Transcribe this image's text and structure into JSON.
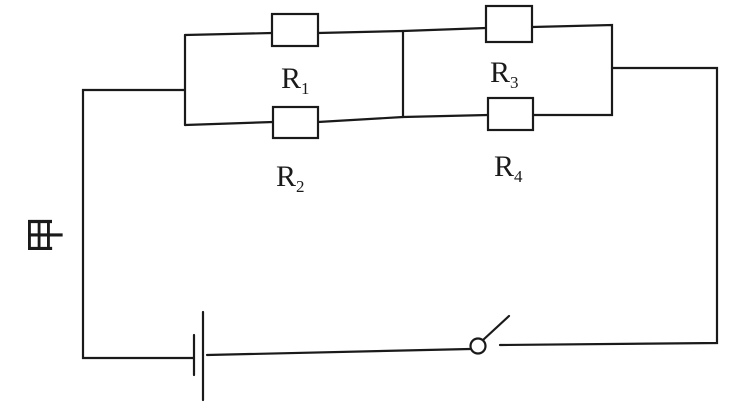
{
  "figure_label": "甲",
  "resistors": [
    {
      "name": "R",
      "sub": "1"
    },
    {
      "name": "R",
      "sub": "2"
    },
    {
      "name": "R",
      "sub": "3"
    },
    {
      "name": "R",
      "sub": "4"
    }
  ],
  "components": {
    "battery": "battery-icon",
    "switch": "open-switch-icon"
  }
}
